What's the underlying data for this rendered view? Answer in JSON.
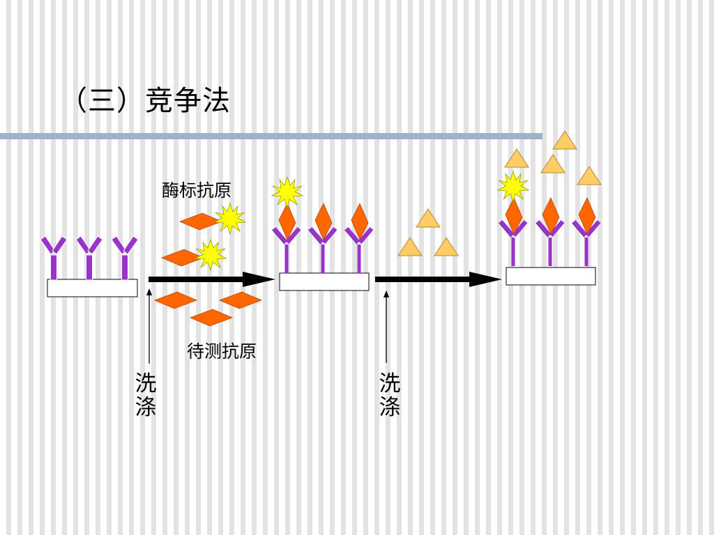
{
  "slide": {
    "title": "（三）竞争法"
  },
  "diagram": {
    "labels": {
      "enzyme_antigen": "酶标抗原",
      "test_antigen": "待测抗原",
      "wash_1": "洗涤",
      "wash_2": "洗涤"
    },
    "colors": {
      "antibody": "#9933cc",
      "antigen": "#ff6600",
      "enzyme": "#ffff00",
      "unlabeled_antigen": "#ffcc66",
      "arrow": "#000000",
      "title_rule": "#9fb3c8"
    },
    "icons": [
      "y-antibody-icon",
      "diamond-antigen-icon",
      "star-enzyme-icon",
      "triangle-antigen-icon",
      "solid-arrow-icon"
    ]
  }
}
